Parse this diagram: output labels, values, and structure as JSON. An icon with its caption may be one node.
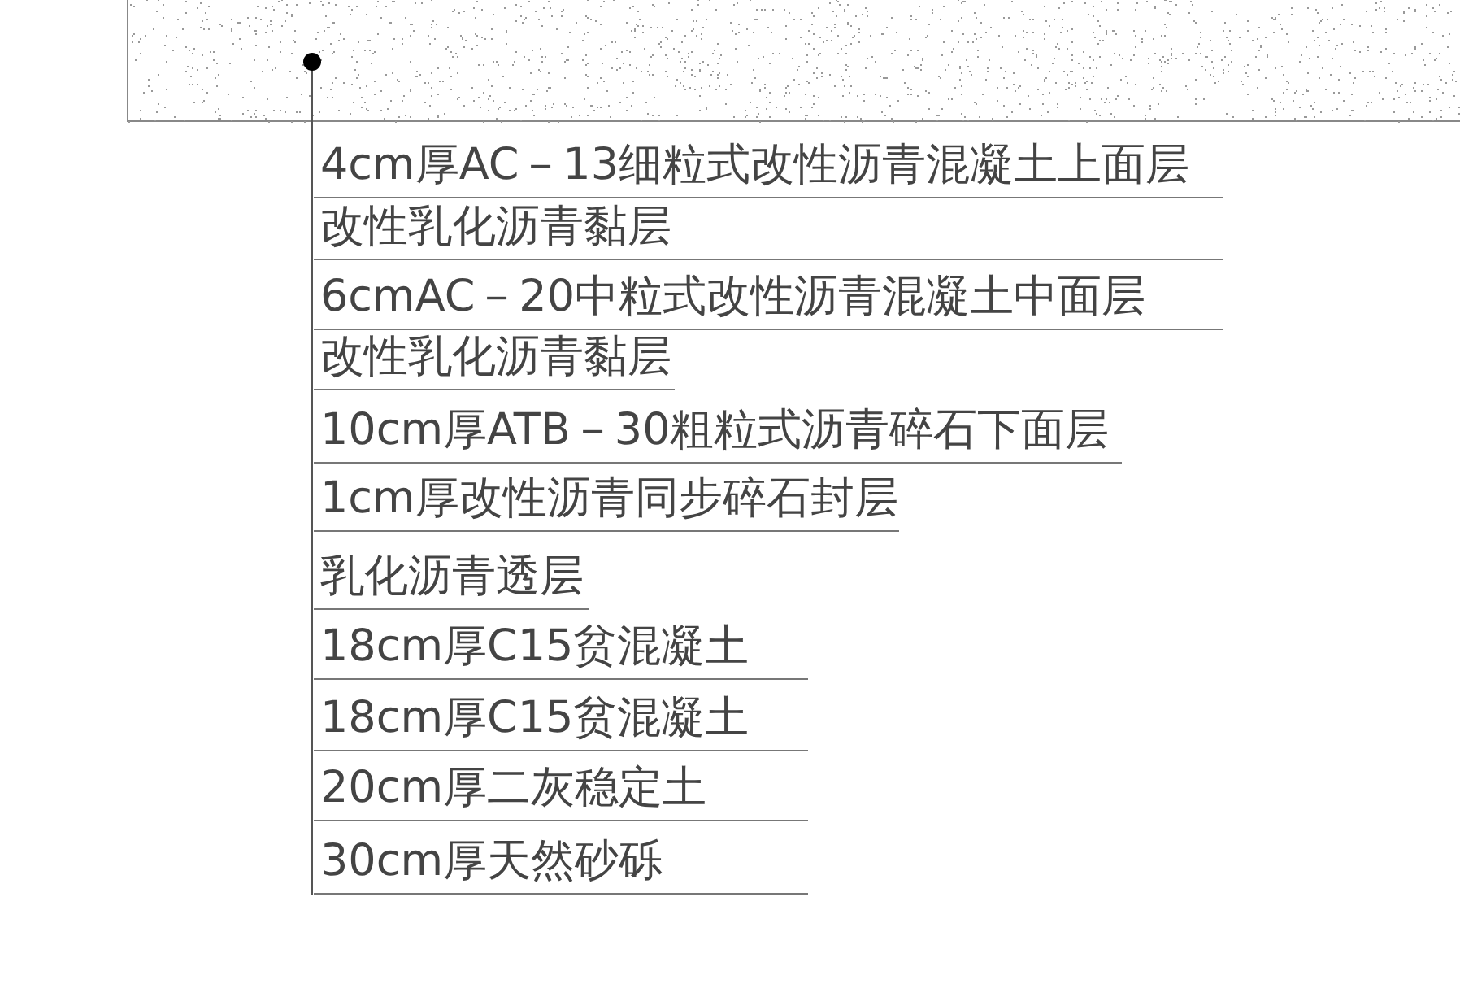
{
  "diagram": {
    "nodes": [
      {
        "text": [],
        "shape": "box"
      },
      {
        "text": [
          "4cm厚AC－13细粒式改性沥青混凝土上面层"
        ]
      },
      {
        "text": [
          "改性乳化沥青黏层"
        ]
      },
      {
        "text": [
          "6cmAC－20中粒式改性沥青混凝土中面层"
        ]
      },
      {
        "text": [
          "改性乳化沥青黏层"
        ]
      },
      {
        "text": [
          "10cm厚ATB－30粗粒式沥青碎石下面层"
        ]
      },
      {
        "text": [
          "1cm厚改性沥青同步碎石封层"
        ]
      },
      {
        "text": [
          "乳化沥青透层"
        ]
      },
      {
        "text": [
          "18cm厚C15贫混凝土"
        ]
      },
      {
        "text": [
          "18cm厚C15贫混凝土"
        ]
      },
      {
        "text": [
          "20cm厚二灰稳定土"
        ]
      },
      {
        "text": [
          "30cm厚天然砂砾"
        ]
      }
    ],
    "edges": [
      {
        "from": 1,
        "to": 0,
        "arrow": "other"
      },
      {
        "from": 2,
        "to": 0,
        "arrow": "other"
      },
      {
        "from": 3,
        "to": 0,
        "arrow": "other"
      },
      {
        "from": 4,
        "to": 0,
        "arrow": "other"
      },
      {
        "from": 5,
        "to": 0,
        "arrow": "other"
      },
      {
        "from": 6,
        "to": 0,
        "arrow": "other"
      },
      {
        "from": 7,
        "to": 0,
        "arrow": "other"
      },
      {
        "from": 8,
        "to": 0,
        "arrow": "other"
      },
      {
        "from": 9,
        "to": 0,
        "arrow": "other"
      },
      {
        "from": 10,
        "to": 0,
        "arrow": "other"
      },
      {
        "from": 11,
        "to": 0,
        "arrow": "other"
      }
    ]
  }
}
